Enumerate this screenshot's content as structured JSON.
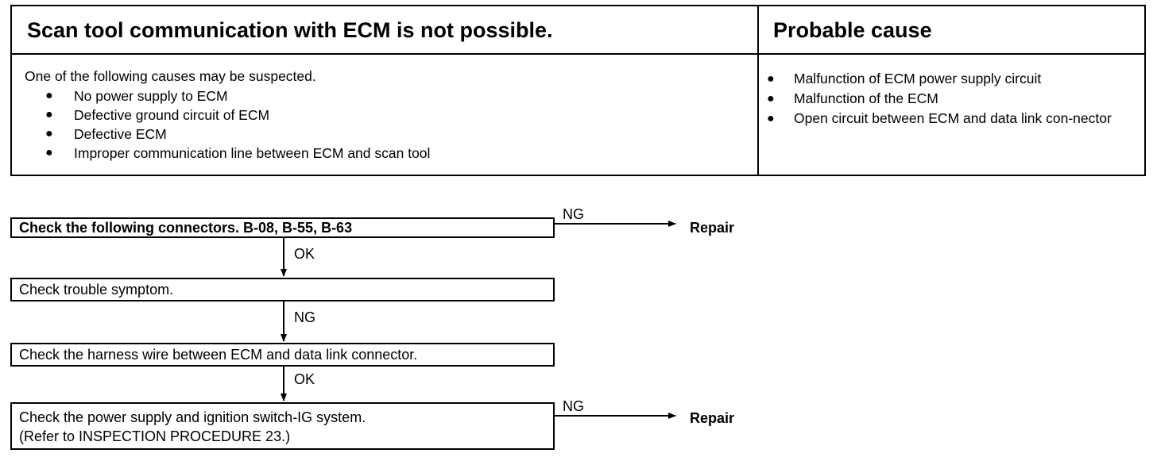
{
  "table": {
    "symptom_header": "Scan tool communication with ECM is  not possible.",
    "cause_header": "Probable cause",
    "intro": "One of the following causes may be suspected.",
    "suspected": [
      "No power supply to ECM",
      "Defective ground circuit of ECM",
      "Defective ECM",
      "Improper communication line between ECM and scan tool"
    ],
    "probable": [
      "Malfunction of ECM power supply circuit",
      "Malfunction of the ECM",
      "Open circuit between ECM and data link con-nector"
    ]
  },
  "flow": {
    "step1": "Check the following connectors. B-08, B-55, B-63",
    "step2": "Check trouble symptom.",
    "step3": "Check the harness wire between ECM and data link connector.",
    "step4_line1": "Check the power supply and ignition switch-IG system.",
    "step4_line2": "(Refer to INSPECTION PROCEDURE 23.)",
    "label_ng_1": "NG",
    "label_ok_1": "OK",
    "label_ng_2": "NG",
    "label_ok_2": "OK",
    "label_ng_3": "NG",
    "repair_1": "Repair",
    "repair_2": "Repair",
    "bullet": "●"
  }
}
